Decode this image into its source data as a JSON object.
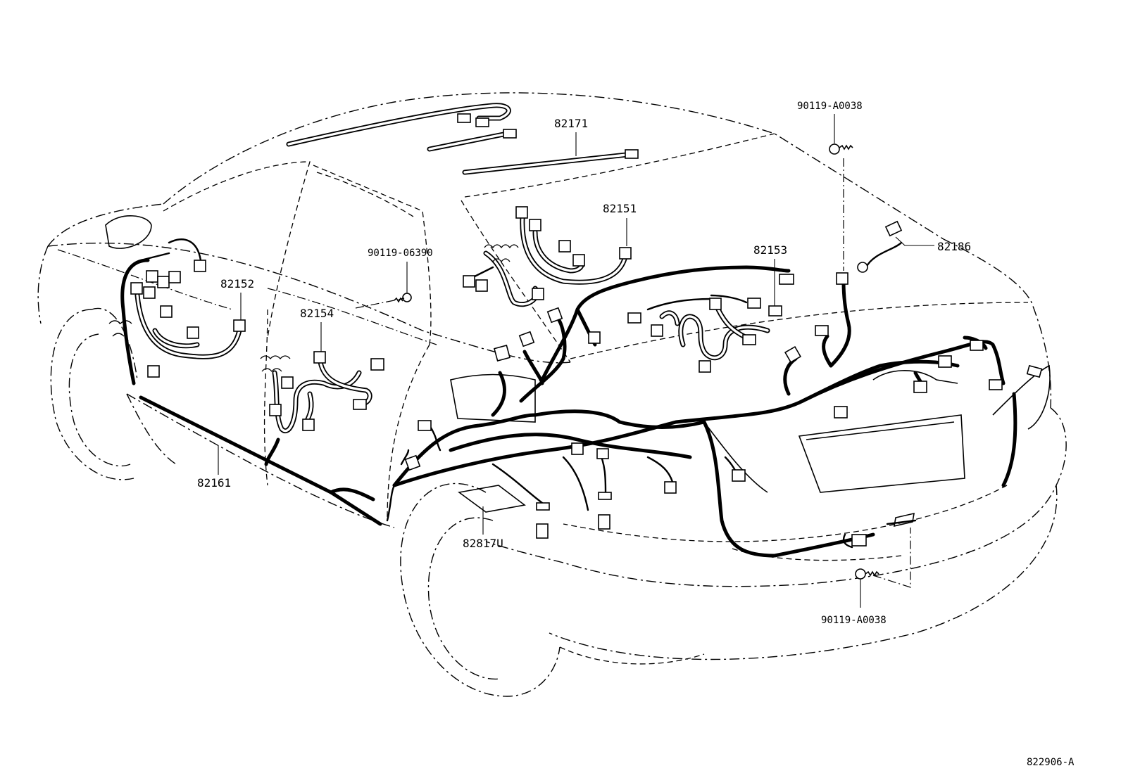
{
  "figure_code": "822906-A",
  "callouts": [
    {
      "id": "82171",
      "label": "82171"
    },
    {
      "id": "82151",
      "label": "82151"
    },
    {
      "id": "82153",
      "label": "82153"
    },
    {
      "id": "82186",
      "label": "82186"
    },
    {
      "id": "82152",
      "label": "82152"
    },
    {
      "id": "82154",
      "label": "82154"
    },
    {
      "id": "90119-06390",
      "label": "90119-06390"
    },
    {
      "id": "90119-A0038-top",
      "label": "90119-A0038"
    },
    {
      "id": "90119-A0038-bottom",
      "label": "90119-A0038"
    },
    {
      "id": "82161",
      "label": "82161"
    },
    {
      "id": "82817U",
      "label": "82817U"
    }
  ]
}
